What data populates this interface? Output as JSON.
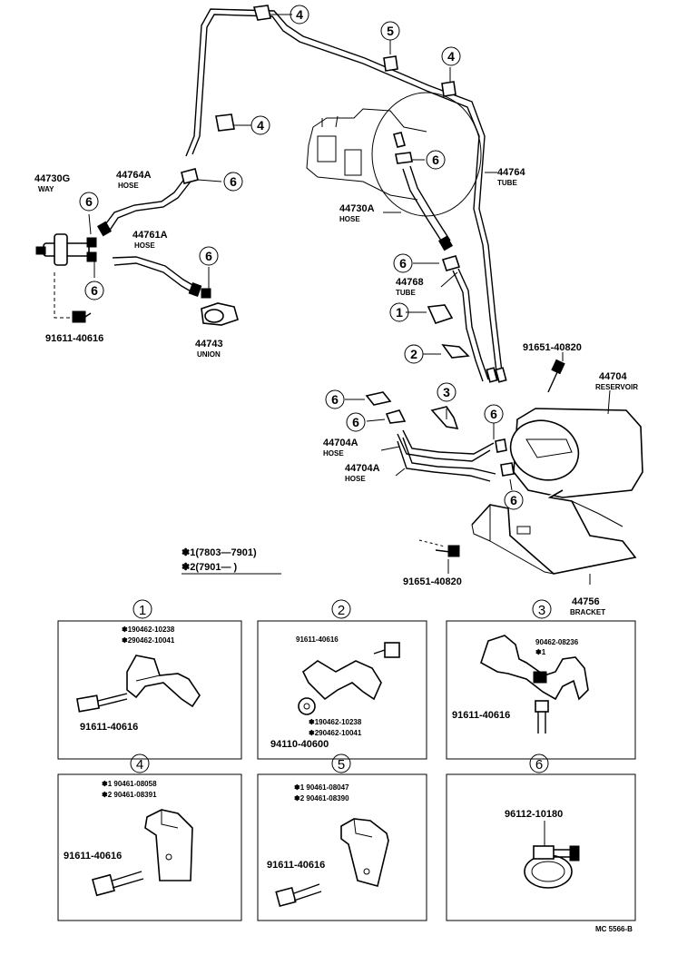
{
  "parts": {
    "p44730G": {
      "number": "44730G",
      "desc": "WAY"
    },
    "p44764A": {
      "number": "44764A",
      "desc": "HOSE"
    },
    "p44761A": {
      "number": "44761A",
      "desc": "HOSE"
    },
    "p44743": {
      "number": "44743",
      "desc": "UNION"
    },
    "bolt_left": {
      "number": "91611-40616"
    },
    "p44730A": {
      "number": "44730A",
      "desc": "HOSE"
    },
    "p44764": {
      "number": "44764",
      "desc": "TUBE"
    },
    "p44768": {
      "number": "44768",
      "desc": "TUBE"
    },
    "bolt_right_top": {
      "number": "91651-40820"
    },
    "p44704": {
      "number": "44704",
      "desc": "RESERVOIR"
    },
    "p44704A_1": {
      "number": "44704A",
      "desc": "HOSE"
    },
    "p44704A_2": {
      "number": "44704A",
      "desc": "HOSE"
    },
    "bolt_bracket": {
      "number": "91651-40820"
    },
    "p44756": {
      "number": "44756",
      "desc": "BRACKET"
    }
  },
  "callouts": [
    "1",
    "2",
    "3",
    "4",
    "5",
    "6"
  ],
  "notes": {
    "line1": "✽1(7803—7901)",
    "line2": "✽2(7901—    )"
  },
  "details": {
    "d1": {
      "num": "1",
      "a": "✽190462-10238",
      "b": "✽290462-10041",
      "bolt": "91611-40616"
    },
    "d2": {
      "num": "2",
      "bolt": "91611-40616",
      "a": "✽190462-10238",
      "b": "✽290462-10041",
      "nut": "94110-40600"
    },
    "d3": {
      "num": "3",
      "a": "90462-08236",
      "b": "✽1",
      "bolt": "91611-40616"
    },
    "d4": {
      "num": "4",
      "a": "✽1 90461-08058",
      "b": "✽2 90461-08391",
      "bolt": "91611-40616"
    },
    "d5": {
      "num": "5",
      "a": "✽1 90461-08047",
      "b": "✽2 90461-08390",
      "bolt": "91611-40616"
    },
    "d6": {
      "num": "6",
      "a": "96112-10180"
    }
  },
  "footer": {
    "code": "MC 5566-B"
  }
}
